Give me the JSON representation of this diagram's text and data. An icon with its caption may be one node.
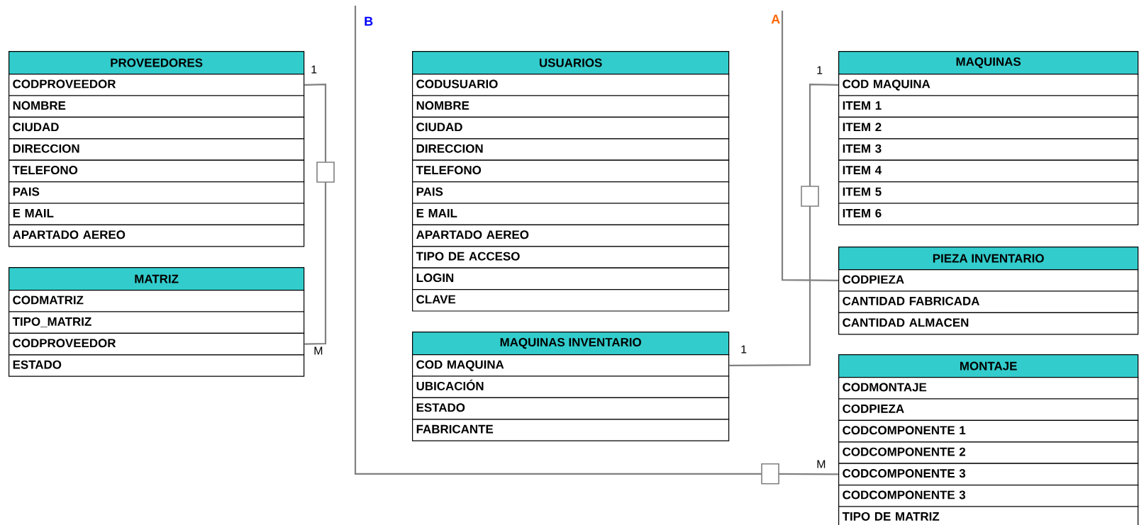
{
  "diagram": {
    "nodes": [
      {
        "text": [
          "PROVEEDORES"
        ]
      },
      {
        "text": [
          "CODPROVEEDOR"
        ]
      },
      {
        "text": [
          "NOMBRE"
        ]
      },
      {
        "text": [
          "CIUDAD"
        ]
      },
      {
        "text": [
          "DIRECCION"
        ]
      },
      {
        "text": [
          "TELEFONO"
        ]
      },
      {
        "text": [
          "PAIS"
        ]
      },
      {
        "text": [
          "E MAIL"
        ]
      },
      {
        "text": [
          "APARTADO AEREO"
        ]
      },
      {
        "text": [
          "MATRIZ"
        ]
      },
      {
        "text": [
          "CODMATRIZ"
        ]
      },
      {
        "text": [
          "TIPO_MATRIZ"
        ]
      },
      {
        "text": [
          "CODPROVEEDOR"
        ]
      },
      {
        "text": [
          "ESTADO"
        ]
      },
      {
        "text": [
          "USUARIOS"
        ]
      },
      {
        "text": [
          "CODUSUARIO"
        ]
      },
      {
        "text": [
          "NOMBRE"
        ]
      },
      {
        "text": [
          "CIUDAD"
        ]
      },
      {
        "text": [
          "DIRECCION"
        ]
      },
      {
        "text": [
          "TELEFONO"
        ]
      },
      {
        "text": [
          "PAIS"
        ]
      },
      {
        "text": [
          "E MAIL"
        ]
      },
      {
        "text": [
          "APARTADO AEREO"
        ]
      },
      {
        "text": [
          "TIPO DE ACCESO"
        ]
      },
      {
        "text": [
          "LOGIN"
        ]
      },
      {
        "text": [
          "CLAVE"
        ]
      },
      {
        "text": [
          "MAQUINAS INVENTARIO"
        ]
      },
      {
        "text": [
          "COD MAQUINA"
        ]
      },
      {
        "text": [
          "UBICACIÓN"
        ]
      },
      {
        "text": [
          "ESTADO"
        ]
      },
      {
        "text": [
          "FABRICANTE"
        ]
      },
      {
        "text": [
          "MAQUINAS"
        ]
      },
      {
        "text": [
          "COD MAQUINA"
        ]
      },
      {
        "text": [
          "ITEM 1"
        ]
      },
      {
        "text": [
          "ITEM 2"
        ]
      },
      {
        "text": [
          "ITEM 3"
        ]
      },
      {
        "text": [
          "ITEM 4"
        ]
      },
      {
        "text": [
          "ITEM 5"
        ]
      },
      {
        "text": [
          "ITEM 6"
        ]
      },
      {
        "text": [
          "PIEZA INVENTARIO"
        ]
      },
      {
        "text": [
          "CODPIEZA"
        ]
      },
      {
        "text": [
          "CANTIDAD FABRICADA"
        ]
      },
      {
        "text": [
          "CANTIDAD ALMACEN"
        ]
      },
      {
        "text": [
          "MONTAJE"
        ]
      },
      {
        "text": [
          "CODMONTAJE"
        ]
      },
      {
        "text": [
          "CODPIEZA"
        ]
      },
      {
        "text": [
          "CODCOMPONENTE 1"
        ]
      },
      {
        "text": [
          "CODCOMPONENTE 2"
        ]
      },
      {
        "text": [
          "CODCOMPONENTE 3"
        ]
      },
      {
        "text": [
          "CODCOMPONENTE 3"
        ]
      },
      {
        "text": [
          "TIPO DE MATRIZ"
        ]
      }
    ],
    "edges": [
      {
        "from": 1,
        "to": 12,
        "arrow": "none"
      },
      {
        "from": 27,
        "to": 32,
        "arrow": "none"
      },
      {
        "from": null,
        "to": 40,
        "arrow": "none",
        "label": "A"
      },
      {
        "from": null,
        "to": 48,
        "arrow": "none",
        "label": "B"
      }
    ],
    "labels": [
      "1",
      "1",
      "1",
      "M",
      "M"
    ]
  }
}
